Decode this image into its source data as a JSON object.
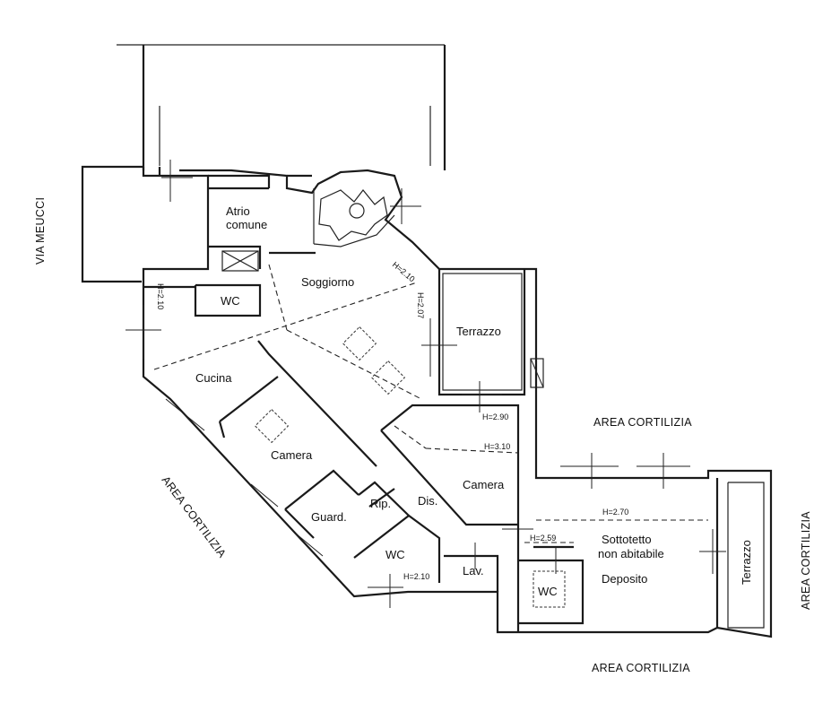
{
  "labels": {
    "street": "VIA MEUCCI",
    "atrio_line1": "Atrio",
    "atrio_line2": "comune",
    "soggiorno": "Soggiorno",
    "wc_top": "WC",
    "cucina": "Cucina",
    "terrazzo_top": "Terrazzo",
    "camera_left": "Camera",
    "camera_right": "Camera",
    "guard": "Guard.",
    "rip": "Rip.",
    "dis": "Dis.",
    "wc_bottom": "WC",
    "lav": "Lav.",
    "sottotetto_line1": "Sottotetto",
    "sottotetto_line2": "non abitabile",
    "deposito": "Deposito",
    "wc_deposito": "WC",
    "terrazzo_right": "Terrazzo",
    "area_top_right": "AREA CORTILIZIA",
    "area_left": "AREA CORTILIZIA",
    "area_bottom": "AREA CORTILIZIA",
    "area_right": "AREA CORTILIZIA"
  },
  "heights": {
    "h_cucina": "H=2.10",
    "h_soggiorno_a": "H=2.10",
    "h_soggiorno_b": "H=2.07",
    "h_camera_a": "H=2.90",
    "h_camera_b": "H=3.10",
    "h_sottotetto": "H=2.70",
    "h_deposito": "H=2.59",
    "h_wc": "H=2.10"
  }
}
